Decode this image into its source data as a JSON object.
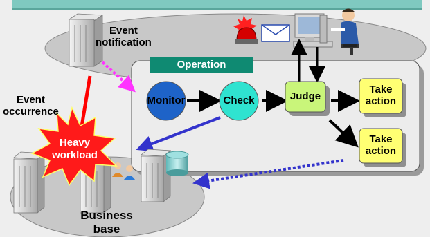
{
  "labels": {
    "event_notification": [
      "Event",
      "notification"
    ],
    "event_occurrence": [
      "Event",
      "occurrence"
    ],
    "heavy_workload": [
      "Heavy",
      "workload"
    ],
    "business_base": [
      "Business",
      "base"
    ],
    "operation_title": "Operation"
  },
  "flow_nodes": [
    {
      "id": "monitor",
      "label": "Monitor"
    },
    {
      "id": "check",
      "label": "Check"
    },
    {
      "id": "judge",
      "label": "Judge"
    }
  ],
  "actions": [
    {
      "id": "take-action-1",
      "label": [
        "Take",
        "action"
      ]
    },
    {
      "id": "take-action-2",
      "label": [
        "Take",
        "action"
      ]
    }
  ],
  "icons": [
    "server-icon",
    "alarm-lamp-icon",
    "envelope-icon",
    "computer-terminal-icon",
    "operator-person-icon",
    "database-icon",
    "users-icon"
  ],
  "colors": {
    "banner": "#7fc9c0",
    "operation_header": "#0f8a72",
    "circle_node": "#2fe3d0",
    "monitor_node": "#1e63c8",
    "judge_node": "#c9f57a",
    "action_node": "#ffff73",
    "burst": "#ff1a1a",
    "notification_arrow": "#ff33ff",
    "occurrence_line": "#ff0000",
    "feedback_arrow": "#3333cc"
  }
}
